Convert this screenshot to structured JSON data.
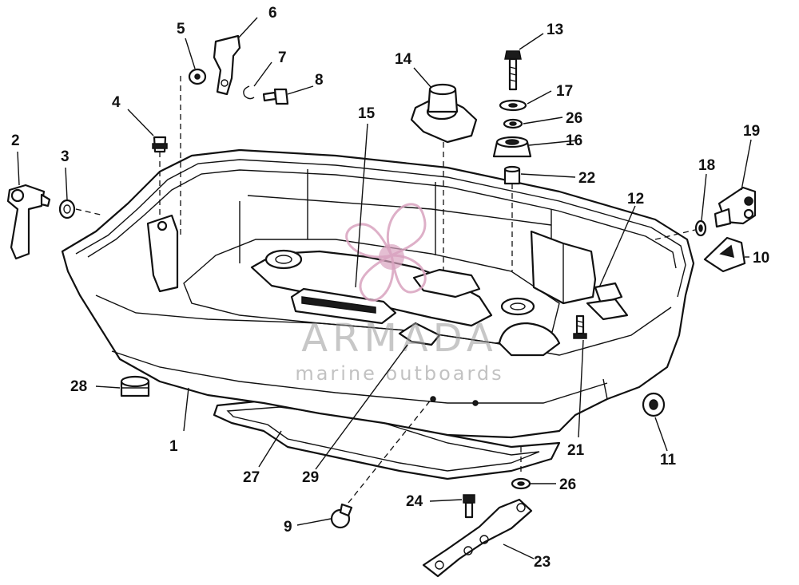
{
  "watermark": {
    "brand": "ARMADA",
    "tagline": "marine outboards",
    "logo_color": "#d9a3bf",
    "text_color": "#9a9a9a"
  },
  "callouts": [
    {
      "id": "c1",
      "label": "1"
    },
    {
      "id": "c2",
      "label": "2"
    },
    {
      "id": "c3",
      "label": "3"
    },
    {
      "id": "c4",
      "label": "4"
    },
    {
      "id": "c5",
      "label": "5"
    },
    {
      "id": "c6",
      "label": "6"
    },
    {
      "id": "c7",
      "label": "7"
    },
    {
      "id": "c8",
      "label": "8"
    },
    {
      "id": "c9",
      "label": "9"
    },
    {
      "id": "c10",
      "label": "10"
    },
    {
      "id": "c11",
      "label": "11"
    },
    {
      "id": "c12",
      "label": "12"
    },
    {
      "id": "c13",
      "label": "13"
    },
    {
      "id": "c14",
      "label": "14"
    },
    {
      "id": "c15",
      "label": "15"
    },
    {
      "id": "c16",
      "label": "16"
    },
    {
      "id": "c17",
      "label": "17"
    },
    {
      "id": "c18",
      "label": "18"
    },
    {
      "id": "c19",
      "label": "19"
    },
    {
      "id": "c21",
      "label": "21"
    },
    {
      "id": "c22",
      "label": "22"
    },
    {
      "id": "c23",
      "label": "23"
    },
    {
      "id": "c24",
      "label": "24"
    },
    {
      "id": "c26a",
      "label": "26"
    },
    {
      "id": "c26b",
      "label": "26"
    },
    {
      "id": "c27",
      "label": "27"
    },
    {
      "id": "c28",
      "label": "28"
    },
    {
      "id": "c29",
      "label": "29"
    }
  ]
}
